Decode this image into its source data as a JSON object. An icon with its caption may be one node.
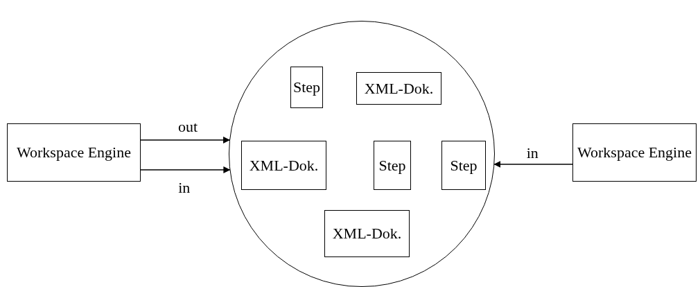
{
  "diagram": {
    "nodes": [
      {
        "text": [
          "Workspace Engine"
        ]
      },
      {
        "text": [],
        "shape": "circle"
      },
      {
        "text": [
          "Step"
        ],
        "in": 1
      },
      {
        "text": [
          "XML-Dok."
        ],
        "in": 1
      },
      {
        "text": [
          "XML-Dok."
        ],
        "in": 1
      },
      {
        "text": [
          "Step"
        ],
        "in": 1
      },
      {
        "text": [
          "Step"
        ],
        "in": 1
      },
      {
        "text": [
          "XML-Dok."
        ],
        "in": 1
      },
      {
        "text": [
          "Workspace Engine"
        ]
      }
    ],
    "edges": [
      {
        "from": 0,
        "to": 1,
        "arrow": "to",
        "label": "out"
      },
      {
        "from": 0,
        "to": 1,
        "arrow": "to",
        "label": "in"
      },
      {
        "from": 8,
        "to": 1,
        "arrow": "to",
        "label": "in"
      }
    ]
  }
}
